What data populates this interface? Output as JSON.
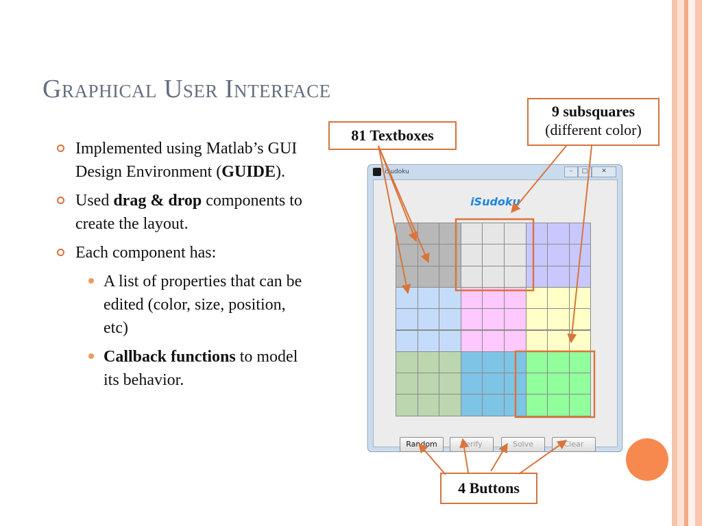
{
  "slide": {
    "title": "Graphical User Interface",
    "bullets": [
      {
        "parts": [
          "Implemented using Matlab’s GUI Design Environment (",
          "GUIDE",
          ")."
        ]
      },
      {
        "parts": [
          "Used ",
          "drag & drop",
          " components to create the layout."
        ]
      },
      {
        "parts": [
          "Each component has:"
        ]
      }
    ],
    "sub_bullets": [
      {
        "parts": [
          "A list of properties that can be edited (color, size, position, etc)"
        ]
      },
      {
        "parts": [
          "Callback functions",
          " to model its behavior."
        ]
      }
    ]
  },
  "callouts": {
    "textboxes": "81 Textboxes",
    "subsquares_bold": "9 subsquares",
    "subsquares_rest": "(different color)",
    "buttons": "4 Buttons"
  },
  "window": {
    "title": "iSudoku",
    "heading": "iSudoku",
    "minimize": "–",
    "maximize": "□",
    "close": "✕",
    "buttons": [
      {
        "label": "Random",
        "enabled": true
      },
      {
        "label": "Verify",
        "enabled": false
      },
      {
        "label": "Solve",
        "enabled": false
      },
      {
        "label": "Clear",
        "enabled": false
      }
    ]
  },
  "colors": {
    "title": "#646e80",
    "accent": "#d5733a",
    "arrow": "#d9743a",
    "subsquares": [
      "#b8b8b8",
      "#e6e6e6",
      "#c8c8ff",
      "#c4dcfa",
      "#ffc8ff",
      "#ffffc8",
      "#bcd6b0",
      "#7ec4e6",
      "#90ff9c"
    ],
    "stripes": [
      "#f4c4ab",
      "#fde2d5",
      "#f6a988",
      "#fff1ea",
      "#f9c6b0"
    ]
  }
}
